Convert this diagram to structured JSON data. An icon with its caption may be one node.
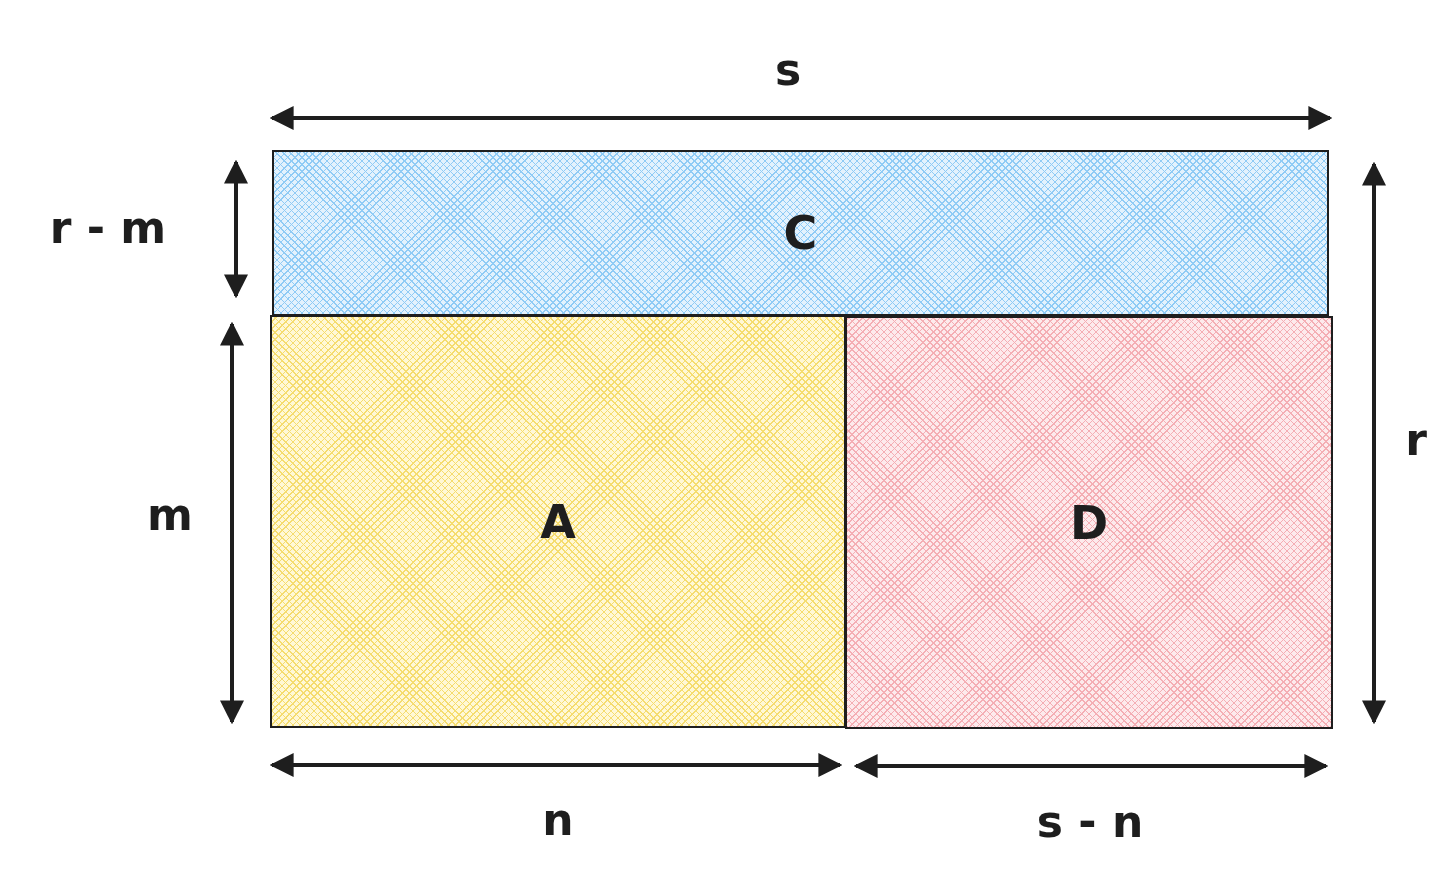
{
  "diagram": {
    "nodes": [
      {
        "text": [
          "C"
        ]
      },
      {
        "text": [
          "A"
        ]
      },
      {
        "text": [
          "D"
        ]
      }
    ],
    "labels": [
      "s",
      "r - m",
      "r",
      "m",
      "n",
      "s - n"
    ]
  }
}
